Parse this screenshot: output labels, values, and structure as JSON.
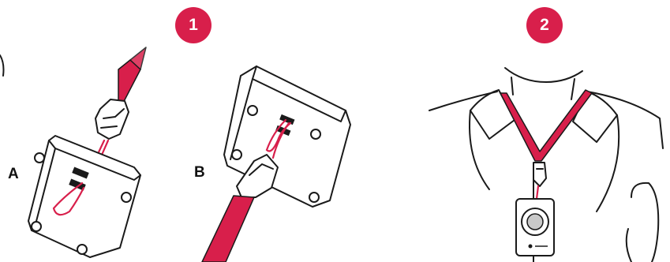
{
  "steps": [
    {
      "number": "1"
    },
    {
      "number": "2"
    }
  ],
  "labels": {
    "a": "A",
    "b": "B"
  },
  "colors": {
    "accent": "#d81f4b",
    "line": "#1a1a1a",
    "background": "#ffffff"
  }
}
